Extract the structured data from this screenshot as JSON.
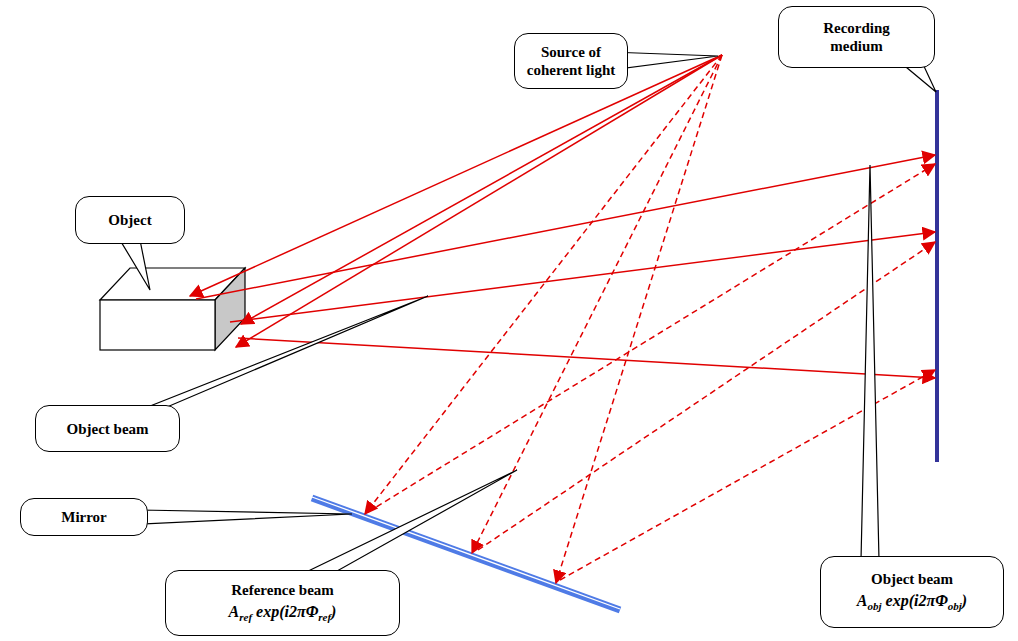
{
  "diagram": {
    "nodes": [
      {
        "text": [
          "Source of coherent light"
        ]
      },
      {
        "text": [
          "Recording medium"
        ]
      },
      {
        "text": [
          "Object"
        ]
      },
      {
        "text": [
          "Object beam"
        ]
      },
      {
        "text": [
          "Mirror"
        ]
      },
      {
        "text": [
          "Reference beam",
          "Aref exp(i2πΦref)"
        ]
      },
      {
        "text": [
          "Object beam",
          "Aobj exp(i2πΦobj)"
        ]
      }
    ]
  }
}
